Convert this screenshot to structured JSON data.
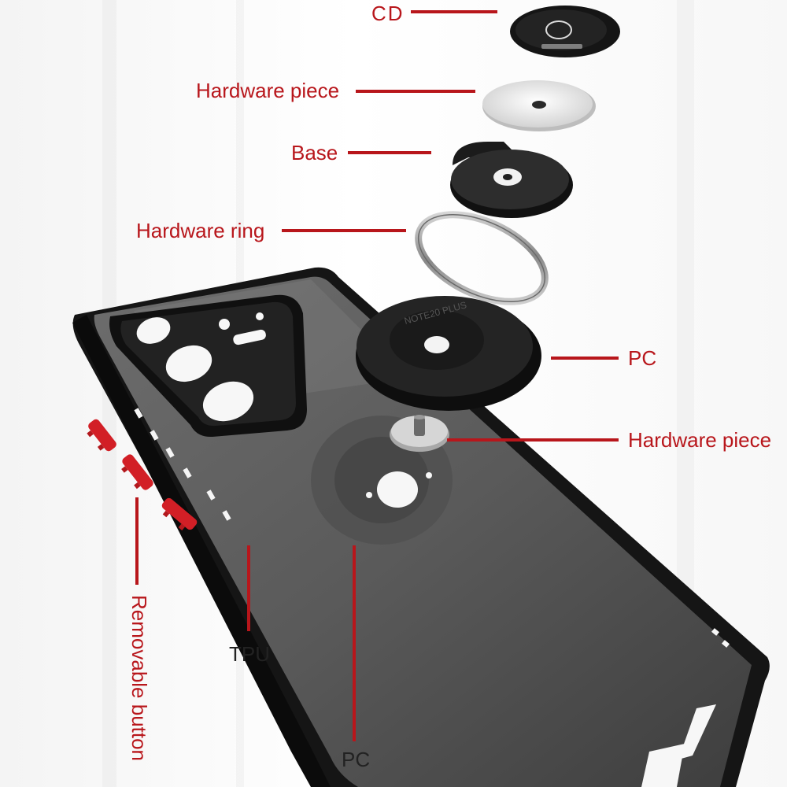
{
  "callouts": {
    "cd": "CD",
    "hardware_piece_top": "Hardware piece",
    "base": "Base",
    "hardware_ring": "Hardware ring",
    "pc_right": "PC",
    "hardware_piece_right": "Hardware piece",
    "tpu": "TPU",
    "pc_bottom": "PC",
    "removable_button": "Removable button"
  },
  "colors": {
    "callout_red": "#b8161b",
    "case_black": "#141414",
    "button_red": "#d21f26"
  }
}
